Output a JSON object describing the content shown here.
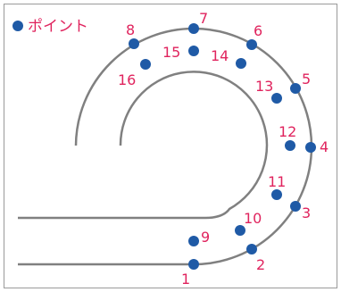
{
  "legend": {
    "label": "ポイント"
  },
  "colors": {
    "point": "#1f5aa6",
    "label": "#e0245e",
    "track": "#808080",
    "border": "#9a9a9a"
  },
  "points": [
    {
      "id": 1,
      "label": "1"
    },
    {
      "id": 2,
      "label": "2"
    },
    {
      "id": 3,
      "label": "3"
    },
    {
      "id": 4,
      "label": "4"
    },
    {
      "id": 5,
      "label": "5"
    },
    {
      "id": 6,
      "label": "6"
    },
    {
      "id": 7,
      "label": "7"
    },
    {
      "id": 8,
      "label": "8"
    },
    {
      "id": 9,
      "label": "9"
    },
    {
      "id": 10,
      "label": "10"
    },
    {
      "id": 11,
      "label": "11"
    },
    {
      "id": 12,
      "label": "12"
    },
    {
      "id": 13,
      "label": "13"
    },
    {
      "id": 14,
      "label": "14"
    },
    {
      "id": 15,
      "label": "15"
    },
    {
      "id": 16,
      "label": "16"
    }
  ]
}
